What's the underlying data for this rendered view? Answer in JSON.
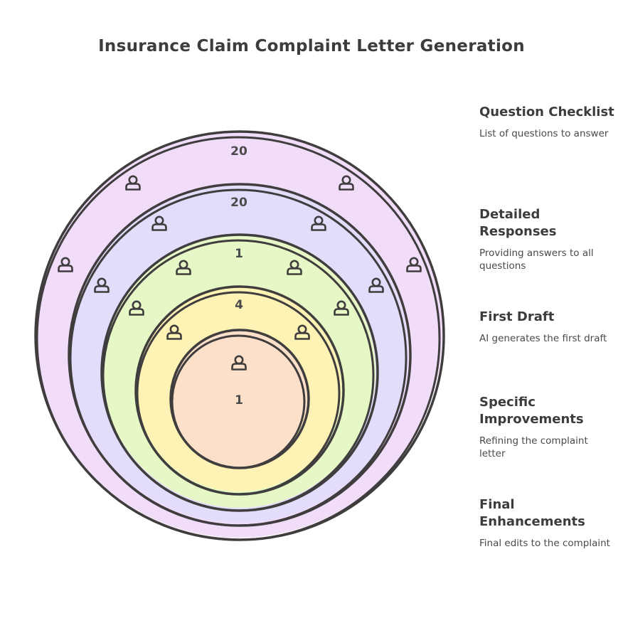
{
  "title": "Insurance Claim Complaint Letter Generation",
  "colors": {
    "outline": "#3f3d3d",
    "ring_1": "#f1dcfa",
    "ring_2": "#e4dcfb",
    "ring_3": "#e6f8c6",
    "ring_4": "#fff2b5",
    "ring_5": "#fde0c9"
  },
  "icon": "person-icon",
  "rings": [
    {
      "name": "Question Checklist",
      "value": "20",
      "color": "#f1dcfa"
    },
    {
      "name": "Detailed Responses",
      "value": "20",
      "color": "#e4dcfb"
    },
    {
      "name": "First Draft",
      "value": "1",
      "color": "#e6f8c6"
    },
    {
      "name": "Specific Improvements",
      "value": "4",
      "color": "#fff2b5"
    },
    {
      "name": "Final Enhancements",
      "value": "1",
      "color": "#fde0c9"
    }
  ],
  "legend": [
    {
      "title": "Question Checklist",
      "description": "List of questions to answer"
    },
    {
      "title": "Detailed Responses",
      "description": "Providing answers to all questions"
    },
    {
      "title": "First Draft",
      "description": "AI generates the first draft"
    },
    {
      "title": "Specific Improvements",
      "description": "Refining the complaint letter"
    },
    {
      "title": "Final Enhancements",
      "description": "Final edits to the complaint"
    }
  ]
}
